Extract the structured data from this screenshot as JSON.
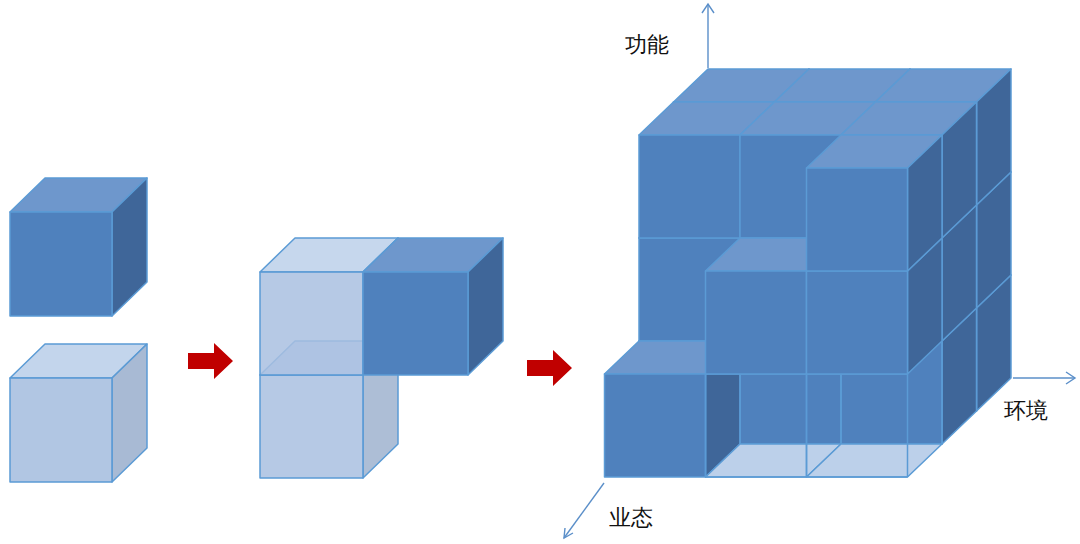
{
  "diagram": {
    "labels": [
      "功能",
      "环境",
      "业态"
    ]
  }
}
